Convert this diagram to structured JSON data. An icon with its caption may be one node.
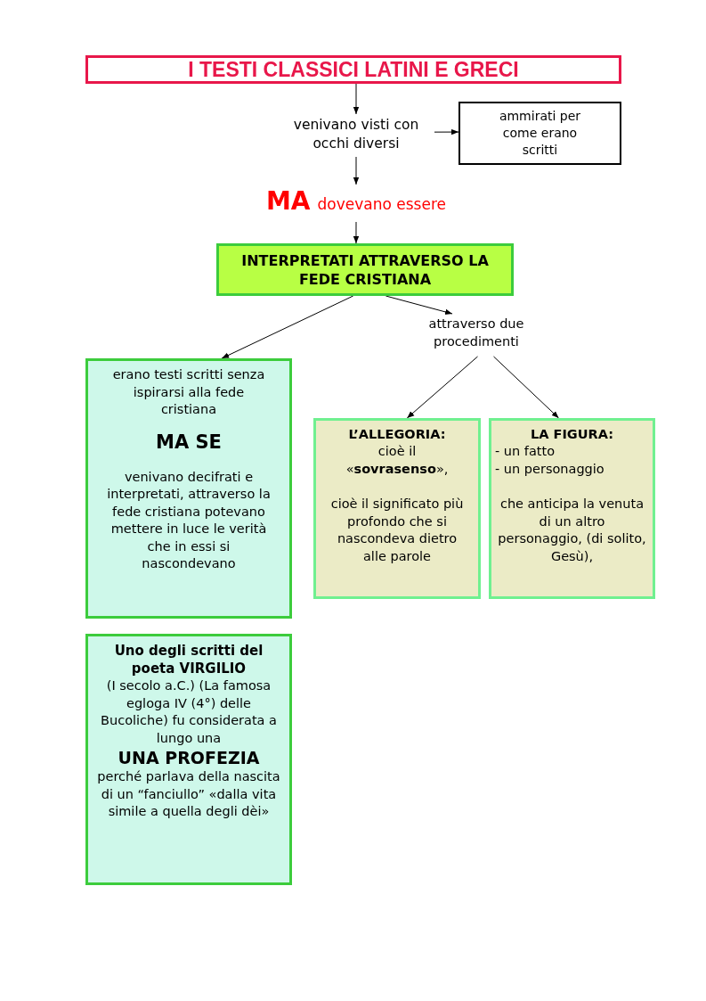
{
  "diagram": {
    "nodes": [
      {
        "text": [
          "I TESTI CLASSICI LATINI E GRECI"
        ]
      },
      {
        "text": [
          "venivano visti con occhi diversi"
        ]
      },
      {
        "text": [
          "ammirati per come erano scritti"
        ]
      },
      {
        "text": [
          "MA",
          "dovevano essere"
        ]
      },
      {
        "text": [
          "INTERPRETATI ATTRAVERSO LA FEDE CRISTIANA"
        ]
      },
      {
        "text": [
          "attraverso due procedimenti"
        ]
      },
      {
        "text": [
          "erano testi scritti senza ispirarsi alla fede cristiana",
          "MA SE",
          "venivano decifrati e interpretati, attraverso la fede cristiana potevano mettere in luce le verità che in essi si nascondevano"
        ]
      },
      {
        "text": [
          "L’ALLEGORIA:",
          "cioè il «**sovrasenso**»,",
          "cioè il significato più profondo che si nascondeva dietro alle parole"
        ]
      },
      {
        "text": [
          "LA FIGURA:",
          "- un fatto",
          "- un personaggio",
          "che anticipa la venuta di un altro personaggio, (di solito, Gesù),"
        ]
      },
      {
        "text": [
          "Uno degli scritti del poeta VIRGILIO",
          "(I secolo a.C.) (La famosa egloga IV (4°) delle Bucoliche) fu considerata a lungo una",
          "UNA PROFEZIA",
          "perché parlava della nascita di un “fanciullo” «dalla vita simile a quella degli dèi»"
        ]
      }
    ],
    "edges": [
      {
        "from": 0,
        "to": 1,
        "arrow": "to"
      },
      {
        "from": 1,
        "to": 2,
        "arrow": "to"
      },
      {
        "from": 1,
        "to": 3,
        "arrow": "to"
      },
      {
        "from": 3,
        "to": 4,
        "arrow": "to"
      },
      {
        "from": 4,
        "to": 6,
        "arrow": "to"
      },
      {
        "from": 4,
        "to": 5,
        "arrow": "to"
      },
      {
        "from": 5,
        "to": 7,
        "arrow": "to"
      },
      {
        "from": 5,
        "to": 8,
        "arrow": "to"
      }
    ]
  }
}
